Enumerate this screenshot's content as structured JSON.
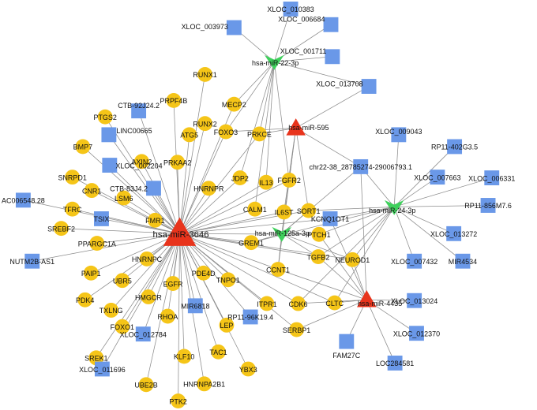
{
  "colors": {
    "edge": "#8c8c8c",
    "gene": "#f5c518",
    "lnc": "#6a98e8",
    "mirna_up": "#e8341c",
    "mirna_down": "#3fd05c"
  },
  "mirnas": [
    {
      "id": "m3646",
      "label": "hsa-miR-3646",
      "shape": "triangle-up",
      "color": "mirna_up"
    },
    {
      "id": "m595",
      "label": "hsa-miR-595",
      "shape": "triangle-up",
      "color": "mirna_up"
    },
    {
      "id": "m4435",
      "label": "hsa-miR-4435",
      "shape": "triangle-up",
      "color": "mirna_up"
    },
    {
      "id": "m22",
      "label": "hsa-miR-22-3p",
      "shape": "v-down",
      "color": "mirna_down"
    },
    {
      "id": "m24",
      "label": "hsa-miR-24-3p",
      "shape": "v-down",
      "color": "mirna_down"
    },
    {
      "id": "m125",
      "label": "hsa-miR-125a-3p",
      "shape": "v-down",
      "color": "mirna_down"
    }
  ],
  "genes": [
    "RUNX1",
    "PRPF4B",
    "PTGS2",
    "MECP2",
    "RUNX2",
    "FOXO3",
    "PRKCE",
    "ATG5",
    "BMP7",
    "AXIN2",
    "PRKAA2",
    "JDP2",
    "IL13",
    "FGFR2",
    "SNRPD1",
    "CNR1",
    "LSM6",
    "HNRNPR",
    "CALM1",
    "IL6ST",
    "TFRC",
    "FMR1",
    "SREBF2",
    "GREM1",
    "SORT1",
    "PTCH1",
    "PPARGC1A",
    "HNRNPC",
    "CCNT1",
    "TGFB2",
    "PAIP1",
    "UBR5",
    "TNPO1",
    "PDE4D",
    "NEUROD1",
    "PDK4",
    "TXLNG",
    "HMGCR",
    "EGFR",
    "ITPR1",
    "CDK6",
    "CLTC",
    "FOXO1",
    "RHOA",
    "SERBP1",
    "SREK1",
    "LEP",
    "TAC1",
    "YBX3",
    "KLF10",
    "UBE2B",
    "HNRNPA2B1",
    "PTK2"
  ],
  "lncrnas": [
    "XLOC_010383",
    "XLOC_003973",
    "XLOC_006684",
    "XLOC_001711",
    "XLOC_013708",
    "CTB-92J24.2",
    "LINC00665",
    "XLOC_002204",
    "CTB-83J4.2",
    "XLOC_009043",
    "RP11-402G3.5",
    "chr22-38_28785274-29006793.1",
    "XLOC_007663",
    "XLOC_006331",
    "RP11-856M7.6",
    "AC006548.28",
    "TSIX",
    "KCNQ1OT1",
    "XLOC_013272",
    "NUTM2B-AS1",
    "XLOC_007432",
    "MIR4534",
    "XLOC_013024",
    "MIR6818",
    "RP11-96K19.4",
    "XLOC_012784",
    "XLOC_012370",
    "XLOC_011696",
    "FAM27C",
    "LOC284581"
  ],
  "edges": [
    [
      "m3646",
      "RUNX1"
    ],
    [
      "m3646",
      "PRPF4B"
    ],
    [
      "m3646",
      "PTGS2"
    ],
    [
      "m3646",
      "MECP2"
    ],
    [
      "m3646",
      "RUNX2"
    ],
    [
      "m3646",
      "FOXO3"
    ],
    [
      "m3646",
      "PRKCE"
    ],
    [
      "m3646",
      "ATG5"
    ],
    [
      "m3646",
      "BMP7"
    ],
    [
      "m3646",
      "AXIN2"
    ],
    [
      "m3646",
      "PRKAA2"
    ],
    [
      "m3646",
      "JDP2"
    ],
    [
      "m3646",
      "IL13"
    ],
    [
      "m3646",
      "FGFR2"
    ],
    [
      "m3646",
      "SNRPD1"
    ],
    [
      "m3646",
      "CNR1"
    ],
    [
      "m3646",
      "LSM6"
    ],
    [
      "m3646",
      "HNRNPR"
    ],
    [
      "m3646",
      "CALM1"
    ],
    [
      "m3646",
      "IL6ST"
    ],
    [
      "m3646",
      "TFRC"
    ],
    [
      "m3646",
      "FMR1"
    ],
    [
      "m3646",
      "SREBF2"
    ],
    [
      "m3646",
      "GREM1"
    ],
    [
      "m3646",
      "SORT1"
    ],
    [
      "m3646",
      "PTCH1"
    ],
    [
      "m3646",
      "PPARGC1A"
    ],
    [
      "m3646",
      "HNRNPC"
    ],
    [
      "m3646",
      "CCNT1"
    ],
    [
      "m3646",
      "TGFB2"
    ],
    [
      "m3646",
      "PAIP1"
    ],
    [
      "m3646",
      "UBR5"
    ],
    [
      "m3646",
      "TNPO1"
    ],
    [
      "m3646",
      "PDE4D"
    ],
    [
      "m3646",
      "NEUROD1"
    ],
    [
      "m3646",
      "PDK4"
    ],
    [
      "m3646",
      "TXLNG"
    ],
    [
      "m3646",
      "HMGCR"
    ],
    [
      "m3646",
      "EGFR"
    ],
    [
      "m3646",
      "ITPR1"
    ],
    [
      "m3646",
      "CDK6"
    ],
    [
      "m3646",
      "CLTC"
    ],
    [
      "m3646",
      "FOXO1"
    ],
    [
      "m3646",
      "RHOA"
    ],
    [
      "m3646",
      "SERBP1"
    ],
    [
      "m3646",
      "SREK1"
    ],
    [
      "m3646",
      "LEP"
    ],
    [
      "m3646",
      "TAC1"
    ],
    [
      "m3646",
      "YBX3"
    ],
    [
      "m3646",
      "KLF10"
    ],
    [
      "m3646",
      "UBE2B"
    ],
    [
      "m3646",
      "HNRNPA2B1"
    ],
    [
      "m3646",
      "PTK2"
    ],
    [
      "m3646",
      "CTB-92J24.2"
    ],
    [
      "m3646",
      "LINC00665"
    ],
    [
      "m3646",
      "XLOC_002204"
    ],
    [
      "m3646",
      "CTB-83J4.2"
    ],
    [
      "m3646",
      "AC006548.28"
    ],
    [
      "m3646",
      "TSIX"
    ],
    [
      "m3646",
      "NUTM2B-AS1"
    ],
    [
      "m3646",
      "MIR6818"
    ],
    [
      "m3646",
      "RP11-96K19.4"
    ],
    [
      "m3646",
      "XLOC_012784"
    ],
    [
      "m3646",
      "XLOC_011696"
    ],
    [
      "m3646",
      "KCNQ1OT1"
    ],
    [
      "m22",
      "XLOC_010383"
    ],
    [
      "m22",
      "XLOC_003973"
    ],
    [
      "m22",
      "XLOC_006684"
    ],
    [
      "m22",
      "XLOC_001711"
    ],
    [
      "m22",
      "MECP2"
    ],
    [
      "m22",
      "FOXO3"
    ],
    [
      "m22",
      "PRKCE"
    ],
    [
      "m22",
      "FGFR2"
    ],
    [
      "m22",
      "IL13"
    ],
    [
      "m22",
      "JDP2"
    ],
    [
      "m22",
      "CALM1"
    ],
    [
      "m22",
      "XLOC_013708"
    ],
    [
      "m595",
      "XLOC_013708"
    ],
    [
      "m595",
      "FGFR2"
    ],
    [
      "m595",
      "IL6ST"
    ],
    [
      "m595",
      "PRKCE"
    ],
    [
      "m595",
      "FOXO3"
    ],
    [
      "m595",
      "SORT1"
    ],
    [
      "m595",
      "chr22-38_28785274-29006793.1"
    ],
    [
      "m595",
      "CCNT1"
    ],
    [
      "m24",
      "chr22-38_28785274-29006793.1"
    ],
    [
      "m24",
      "XLOC_009043"
    ],
    [
      "m24",
      "RP11-402G3.5"
    ],
    [
      "m24",
      "XLOC_007663"
    ],
    [
      "m24",
      "XLOC_006331"
    ],
    [
      "m24",
      "RP11-856M7.6"
    ],
    [
      "m24",
      "XLOC_013272"
    ],
    [
      "m24",
      "MIR4534"
    ],
    [
      "m24",
      "XLOC_007432"
    ],
    [
      "m24",
      "KCNQ1OT1"
    ],
    [
      "m24",
      "PTCH1"
    ],
    [
      "m24",
      "SORT1"
    ],
    [
      "m24",
      "CDK6"
    ],
    [
      "m24",
      "CLTC"
    ],
    [
      "m24",
      "NEUROD1"
    ],
    [
      "m24",
      "TGFB2"
    ],
    [
      "m24",
      "GREM1"
    ],
    [
      "m125",
      "GREM1"
    ],
    [
      "m125",
      "PTCH1"
    ],
    [
      "m125",
      "SORT1"
    ],
    [
      "m125",
      "TGFB2"
    ],
    [
      "m125",
      "CCNT1"
    ],
    [
      "m125",
      "chr22-38_28785274-29006793.1"
    ],
    [
      "m125",
      "NEUROD1"
    ],
    [
      "m125",
      "FGFR2"
    ],
    [
      "m4435",
      "KCNQ1OT1"
    ],
    [
      "m4435",
      "XLOC_013024"
    ],
    [
      "m4435",
      "XLOC_012370"
    ],
    [
      "m4435",
      "FAM27C"
    ],
    [
      "m4435",
      "LOC284581"
    ],
    [
      "m4435",
      "NEUROD1"
    ],
    [
      "m4435",
      "CLTC"
    ],
    [
      "m4435",
      "CDK6"
    ],
    [
      "m4435",
      "SERBP1"
    ],
    [
      "m4435",
      "TGFB2"
    ],
    [
      "m4435",
      "PTCH1"
    ],
    [
      "m4435",
      "chr22-38_28785274-29006793.1"
    ],
    [
      "m4435",
      "CCNT1"
    ]
  ]
}
